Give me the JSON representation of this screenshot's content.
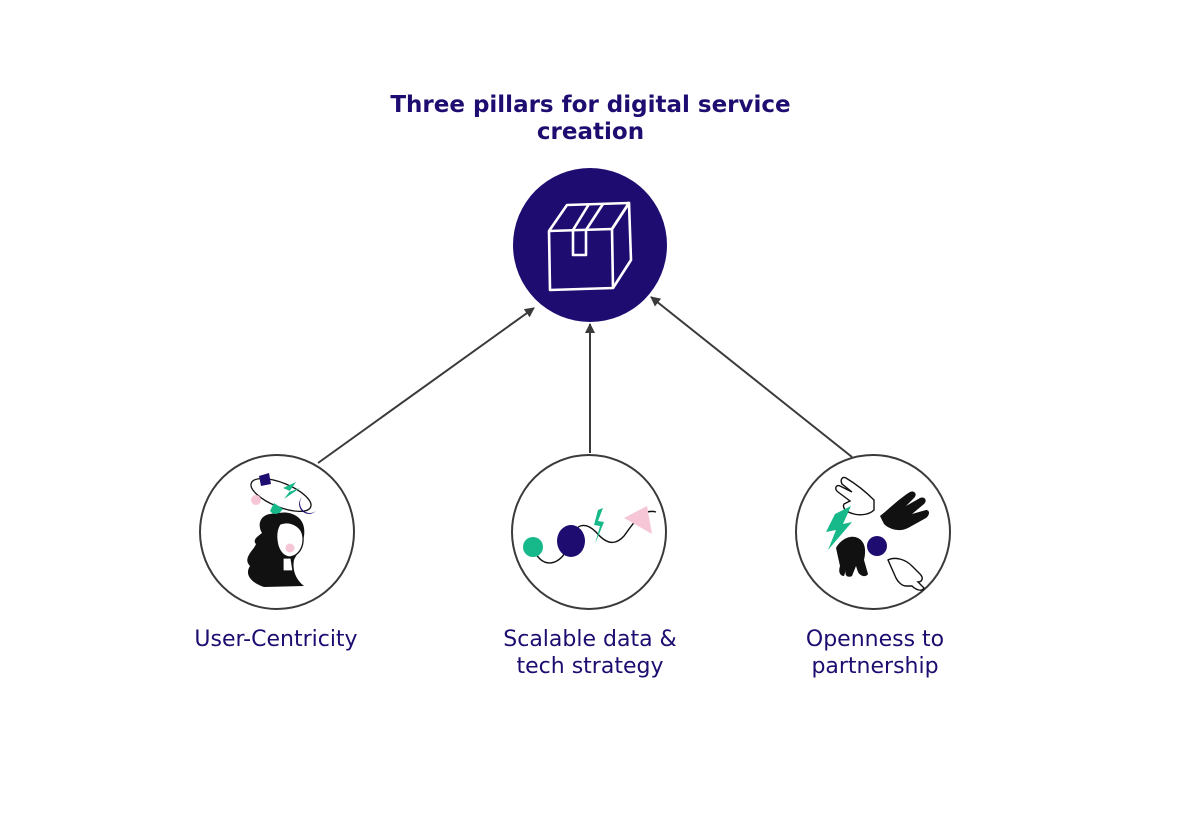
{
  "title": "Three pillars for digital service creation",
  "hub": {
    "icon": "package-box-icon"
  },
  "pillars": [
    {
      "label": "User-Centricity",
      "icon": "person-with-orbit-shapes-icon"
    },
    {
      "label": "Scalable data &\ntech strategy",
      "icon": "connected-shapes-path-icon"
    },
    {
      "label": "Openness to\npartnership",
      "icon": "four-hands-together-icon"
    }
  ],
  "colors": {
    "navy": "#1f0c70",
    "green": "#17b98a",
    "pink": "#f6c6d6",
    "stroke": "#3a3a3a",
    "black": "#111111"
  }
}
